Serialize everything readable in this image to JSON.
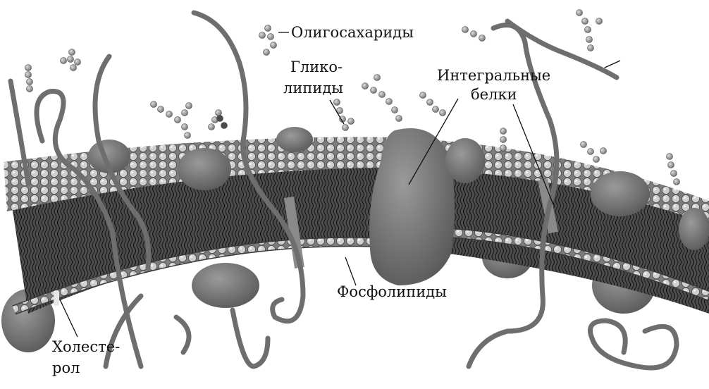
{
  "labels": {
    "oligosaccharides": "Олигосахариды",
    "glycolipids_line1": "Глико-",
    "glycolipids_line2": "липиды",
    "integral_line1": "Интегральные",
    "integral_line2": "белки",
    "phospholipids": "Фосфолипиды",
    "cholesterol_line1": "Холесте-",
    "cholesterol_line2": "рол"
  }
}
